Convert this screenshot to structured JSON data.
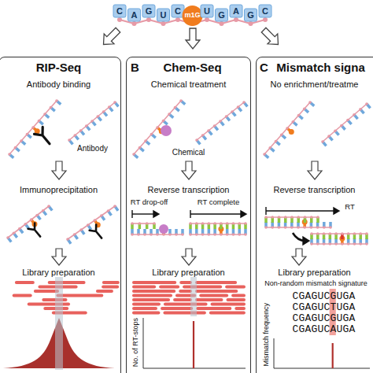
{
  "diagram": {
    "nodes": [
      {
        "text": [
          "RIP-Seq",
          "Antibody binding",
          "Antibody",
          "Immunoprecipitation",
          "Library preparation"
        ]
      },
      {
        "text": [
          "B",
          "Chem-Seq",
          "Chemical treatment",
          "Chemical",
          "Reverse transcription",
          "RT drop-off",
          "RT complete",
          "Library preparation",
          "No. of RT-stops"
        ]
      },
      {
        "text": [
          "C",
          "Mismatch signa",
          "No enrichment/treatme",
          "Reverse transcription",
          "RT",
          "Library preparation",
          "Non-random mismatch signature",
          "CGAGUCGUGA",
          "CGAGUCTUGA",
          "CGAGUCGUGA",
          "CGAGUCAUGA",
          "Mismatch frequency"
        ]
      }
    ],
    "labels": [
      "C",
      "A",
      "G",
      "U",
      "C",
      "m1G",
      "U",
      "G",
      "A",
      "G",
      "C"
    ]
  }
}
